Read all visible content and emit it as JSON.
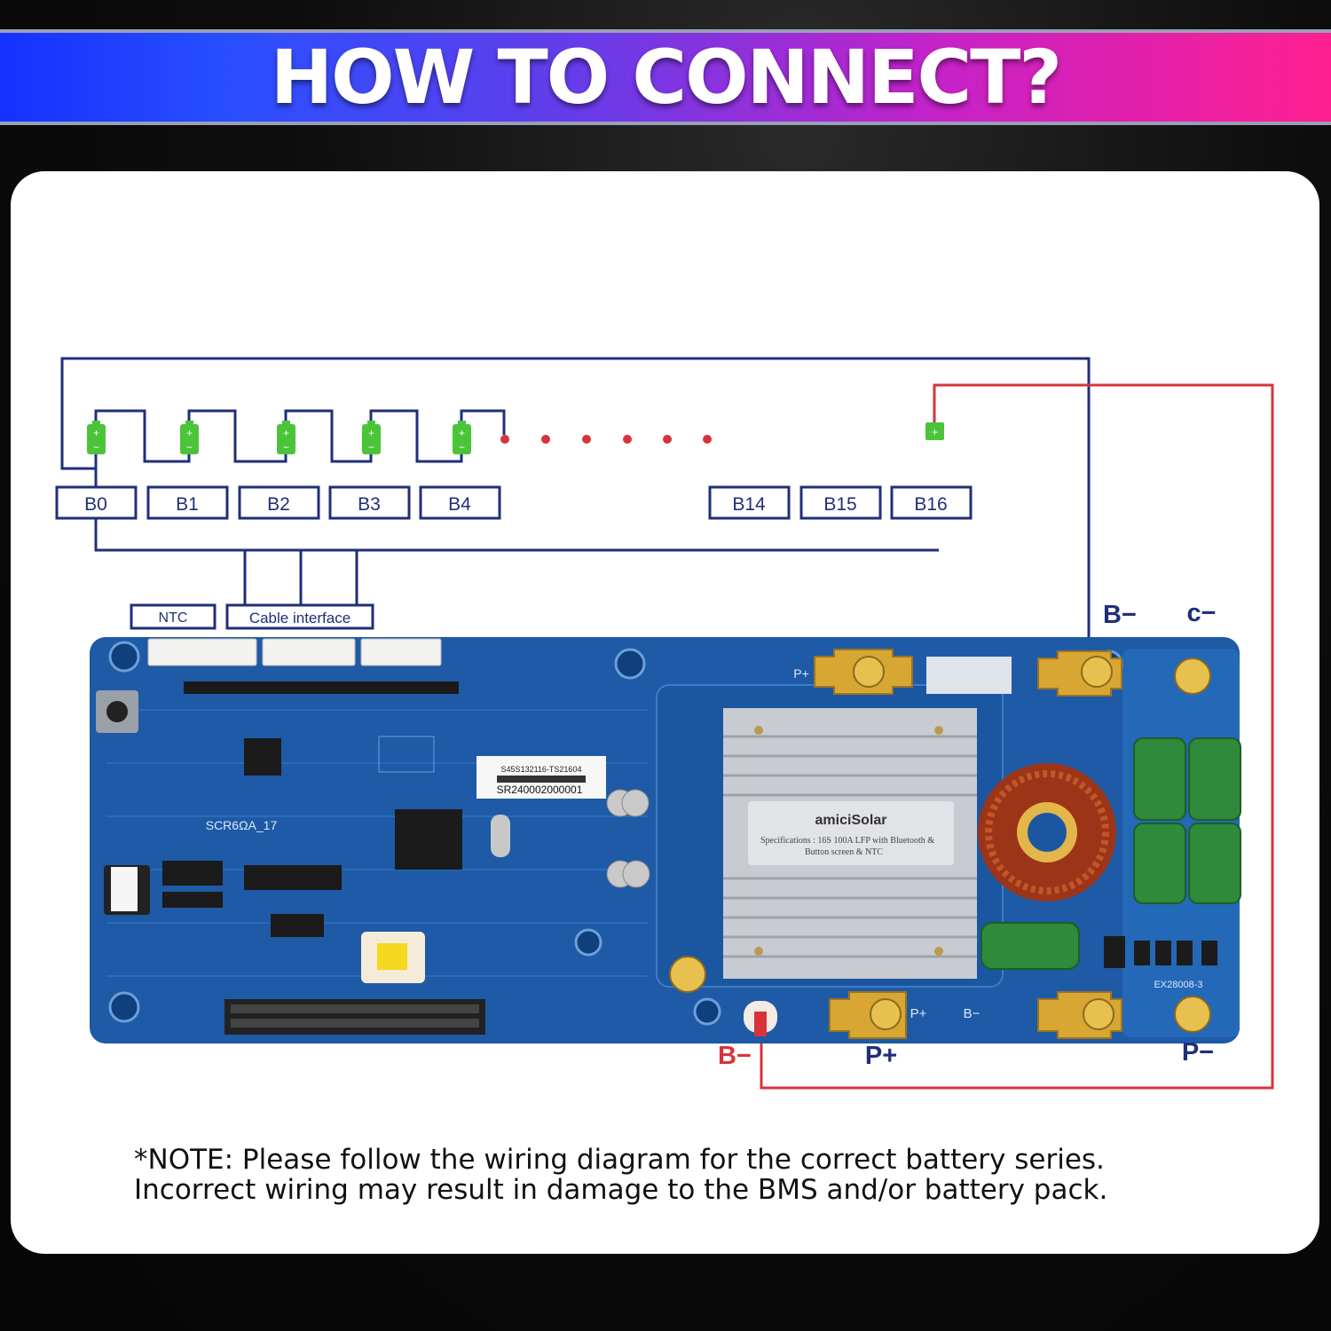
{
  "banner": {
    "title": "HOW TO CONNECT?"
  },
  "sense_boxes": [
    "B0",
    "B1",
    "B2",
    "B3",
    "B4",
    "B14",
    "B15",
    "B16"
  ],
  "connector_labels": {
    "ntc": "NTC",
    "cable": "Cable interface"
  },
  "terminal_labels": {
    "b_minus_top": "B−",
    "c_minus": "c−",
    "b_minus_bottom": "B−",
    "p_plus": "P+",
    "p_minus": "P−"
  },
  "board": {
    "label_code": "S45S132116-TS21604",
    "serial": "SR240002000001",
    "model": "SCR6ΩA_17",
    "brand": "amiciSolar",
    "specs_line1": "Specifications : 16S 100A LFP with Bluetooth &",
    "specs_line2": "Button screen & NTC",
    "silk_p_plus": "P+",
    "silk_b_minus": "B−",
    "part_code": "EX28008-3"
  },
  "note": {
    "line1": "*NOTE: Please follow the wiring diagram for the correct battery series.",
    "line2": "Incorrect wiring may result in damage to the BMS and/or battery pack."
  },
  "colors": {
    "wire_blue": "#1f2f7a",
    "wire_red": "#d8333c",
    "cell_green": "#4cc43a",
    "board_blue": "#1e5aa6",
    "banner_left": "#1432ff",
    "banner_right": "#ff1f8f"
  }
}
